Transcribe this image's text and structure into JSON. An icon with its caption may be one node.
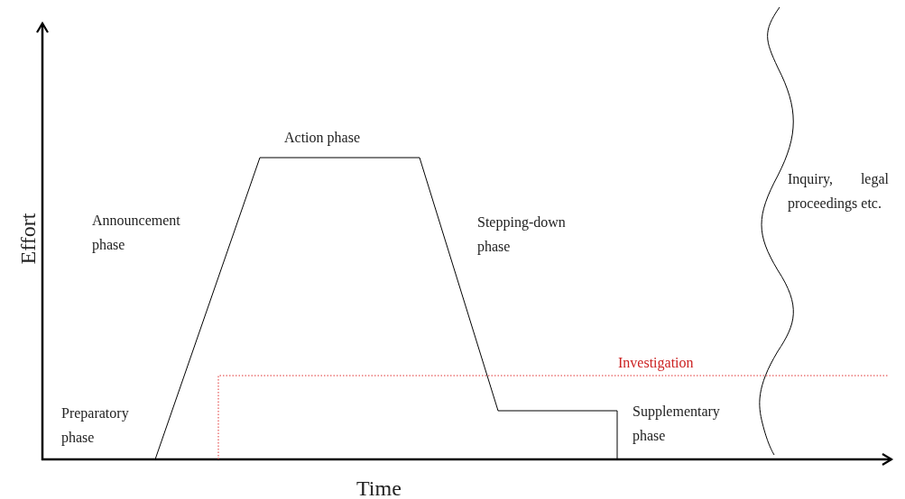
{
  "diagram": {
    "labels": [
      "Effort",
      "Time",
      "Action phase",
      "Announcement phase",
      "Stepping-down phase",
      "Inquiry, legal proceedings etc.",
      "Investigation",
      "Preparatory phase",
      "Supplementary phase"
    ]
  }
}
